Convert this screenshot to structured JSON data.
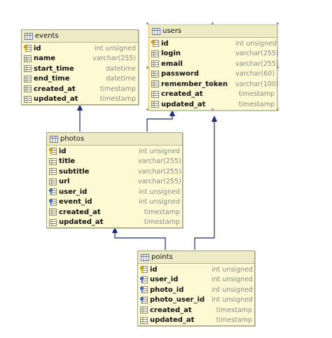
{
  "tables": {
    "events": {
      "name": "events",
      "columns": [
        {
          "name": "id",
          "type": "int unsigned",
          "key": "pk"
        },
        {
          "name": "name",
          "type": "varchar(255)",
          "key": "none"
        },
        {
          "name": "start_time",
          "type": "datetime",
          "key": "none"
        },
        {
          "name": "end_time",
          "type": "datetime",
          "key": "none"
        },
        {
          "name": "created_at",
          "type": "timestamp",
          "key": "none"
        },
        {
          "name": "updated_at",
          "type": "timestamp",
          "key": "none"
        }
      ]
    },
    "users": {
      "name": "users",
      "columns": [
        {
          "name": "id",
          "type": "int unsigned",
          "key": "pk"
        },
        {
          "name": "login",
          "type": "varchar(255)",
          "key": "none"
        },
        {
          "name": "email",
          "type": "varchar(255)",
          "key": "none"
        },
        {
          "name": "password",
          "type": "varchar(60)",
          "key": "none"
        },
        {
          "name": "remember_token",
          "type": "varchar(100)",
          "key": "none"
        },
        {
          "name": "created_at",
          "type": "timestamp",
          "key": "none"
        },
        {
          "name": "updated_at",
          "type": "timestamp",
          "key": "none"
        }
      ]
    },
    "photos": {
      "name": "photos",
      "columns": [
        {
          "name": "id",
          "type": "int unsigned",
          "key": "pk"
        },
        {
          "name": "title",
          "type": "varchar(255)",
          "key": "none"
        },
        {
          "name": "subtitle",
          "type": "varchar(255)",
          "key": "none"
        },
        {
          "name": "url",
          "type": "varchar(255)",
          "key": "none"
        },
        {
          "name": "user_id",
          "type": "int unsigned",
          "key": "fk"
        },
        {
          "name": "event_id",
          "type": "int unsigned",
          "key": "fk"
        },
        {
          "name": "created_at",
          "type": "timestamp",
          "key": "none"
        },
        {
          "name": "updated_at",
          "type": "timestamp",
          "key": "none"
        }
      ]
    },
    "points": {
      "name": "points",
      "columns": [
        {
          "name": "id",
          "type": "int unsigned",
          "key": "pk"
        },
        {
          "name": "user_id",
          "type": "int unsigned",
          "key": "fk"
        },
        {
          "name": "photo_id",
          "type": "int unsigned",
          "key": "fk"
        },
        {
          "name": "photo_user_id",
          "type": "int unsigned",
          "key": "fk"
        },
        {
          "name": "created_at",
          "type": "timestamp",
          "key": "none"
        },
        {
          "name": "updated_at",
          "type": "timestamp",
          "key": "none"
        }
      ]
    }
  },
  "colors": {
    "table_bg": "#fdf9d2",
    "header_bg": "#efeac6",
    "link": "#1f2a7a",
    "selection": "#e6c25a"
  }
}
